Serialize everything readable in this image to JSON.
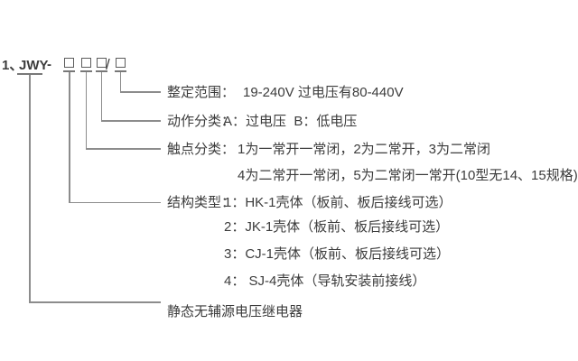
{
  "header": {
    "item_index": "1、",
    "model_code": "JWY",
    "dash": "-",
    "slash": "/"
  },
  "legend": {
    "setting_range_label": "整定范围：",
    "setting_range_value": "19-240V 过电压有80-440V",
    "action_class_label": "动作分类：",
    "action_class_value": "A：过电压  B：低电压",
    "contact_class_label": "触点分类：",
    "contact_class_value": "1为一常开一常闭，2为二常开，3为二常闭",
    "contact_class_value_cont": "4为二常开一常闭，5为二常闭一常开(10型无14、15规格)",
    "structure_type_label": "结构类型：",
    "structure_type_option1": "1：HK-1壳体（板前、板后接线可选）",
    "structure_type_option2": "2：JK-1壳体（板前、板后接线可选）",
    "structure_type_option3": "3：CJ-1壳体（板前、板后接线可选）",
    "structure_type_option4": "4： SJ-4壳体（导轨安装前接线）",
    "product_name": "静态无辅源电压继电器"
  },
  "colors": {
    "background": "#ffffff",
    "text": "#3c3c3c",
    "connector_line": "#8c8c8c",
    "box_border": "#5c5c5c"
  }
}
